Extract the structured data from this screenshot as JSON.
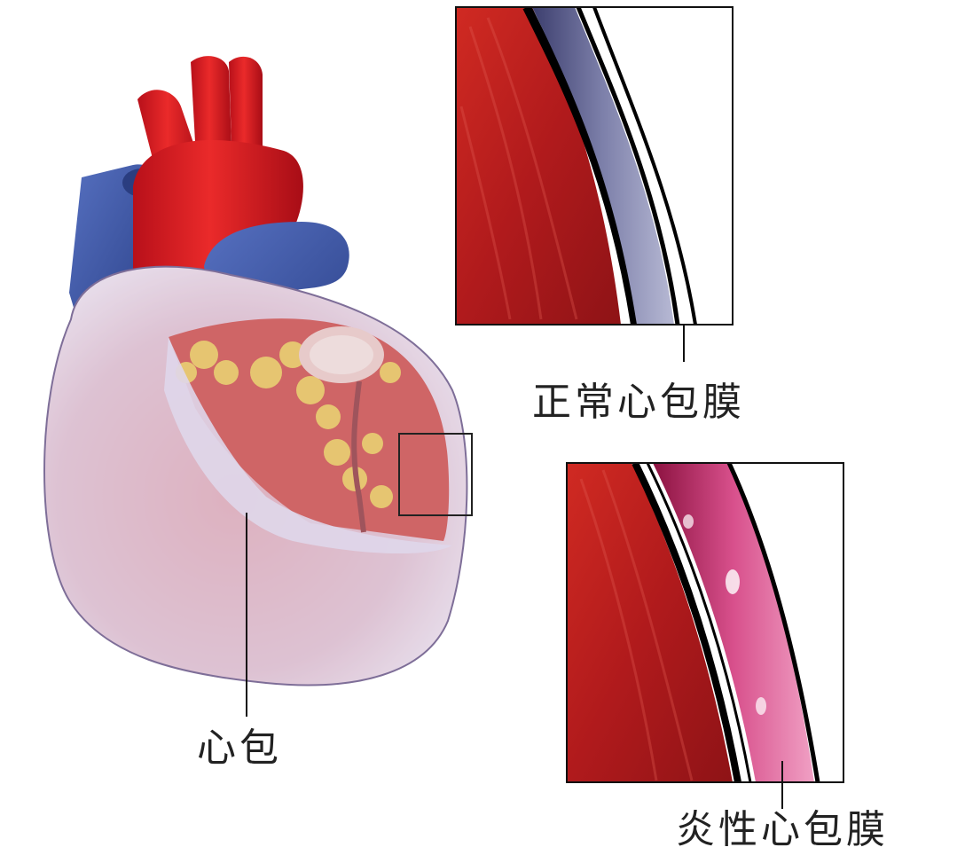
{
  "labels": {
    "normal_pericardium": "正常心包膜",
    "inflamed_pericardium": "炎性心包膜",
    "pericardial_sac": "心包"
  },
  "colors": {
    "aorta": "#d7121c",
    "vena": "#3e5aa8",
    "myocardium": "#b51a1f",
    "fat": "#e6b830",
    "sac_overlay": "#d8c8e0",
    "normal_layer": "#6a6d9a",
    "inflamed_layer": "#c02a68",
    "line": "#000000"
  },
  "icons": {
    "heart": "heart-illustration",
    "zoom_box": "zoom-rectangle"
  }
}
